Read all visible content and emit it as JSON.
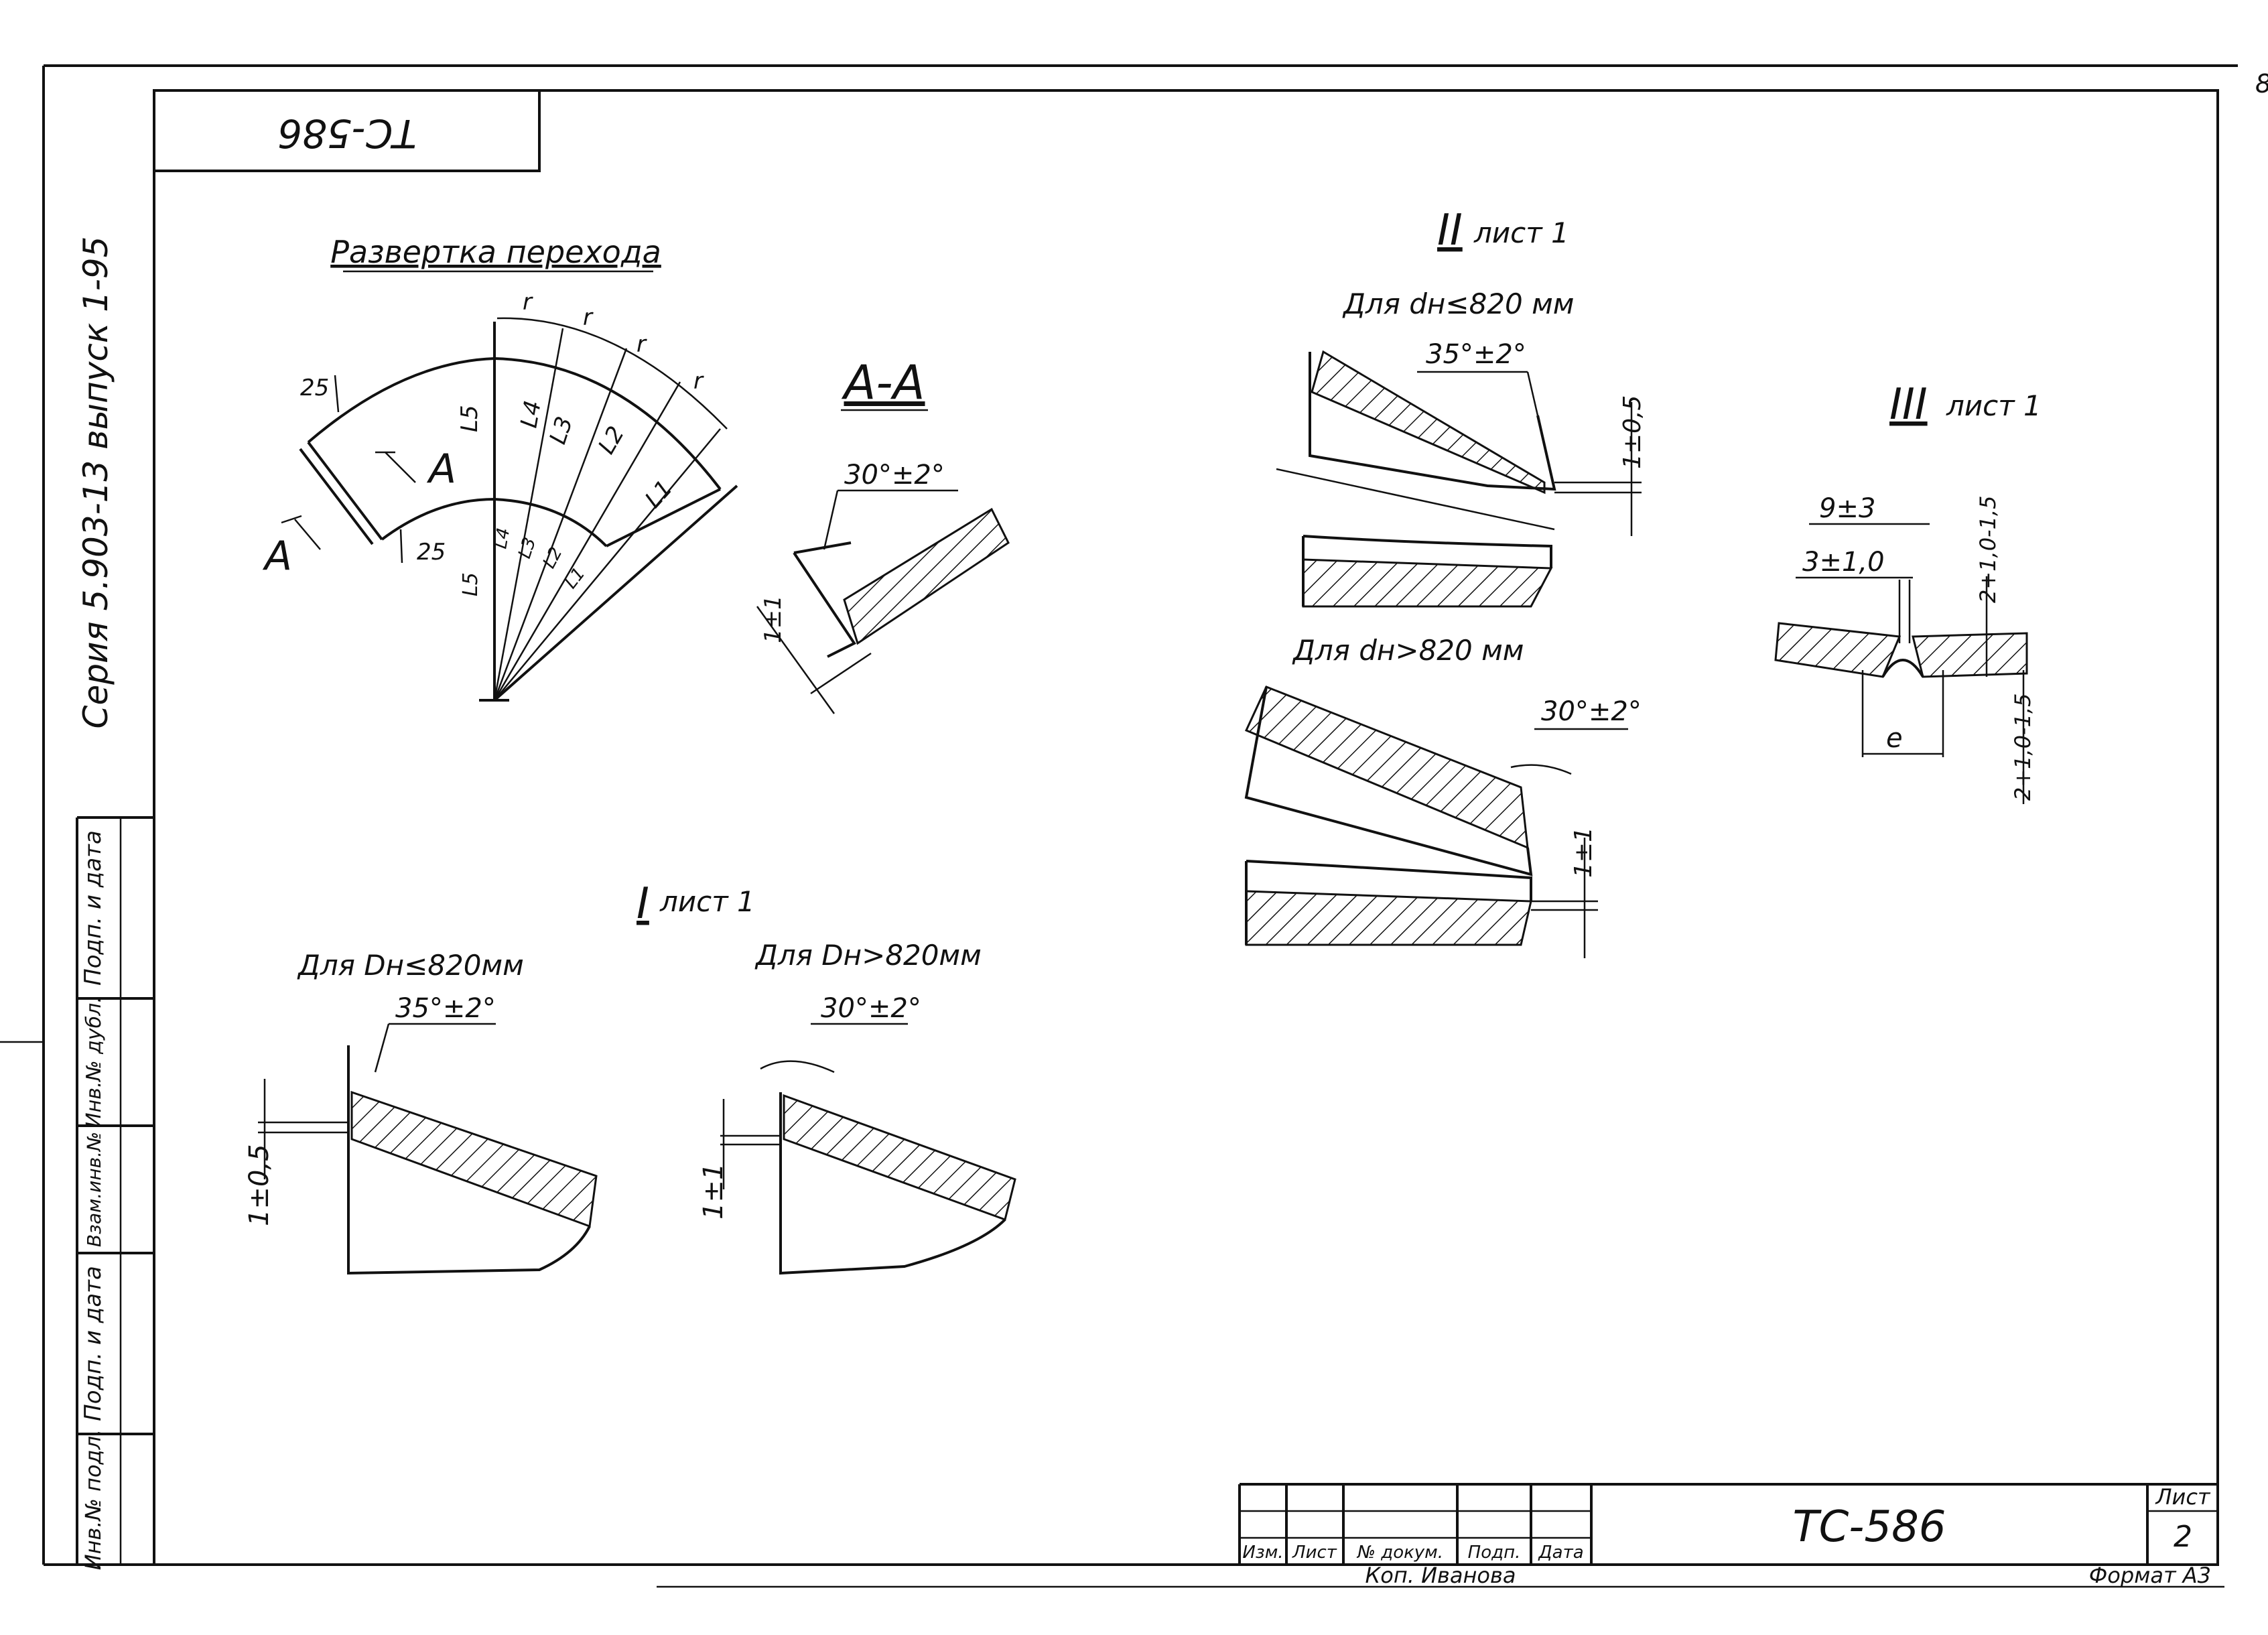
{
  "stamp_top": "ТС-586",
  "corner_mark": "8",
  "side": {
    "series": "Серия 5.903-13 выпуск 1-95",
    "cells": [
      "Подп. и дата",
      "Инв.№ дубл.",
      "Взам.инв.№",
      "Подп. и дата",
      "Инв.№ подл."
    ]
  },
  "unfold": {
    "title": "Развертка перехода",
    "r": "r",
    "dim25": "25",
    "section_mark": "А",
    "labels_outer": [
      "L5",
      "L4",
      "L3",
      "L2",
      "L1"
    ],
    "labels_inner": [
      "L5",
      "L4",
      "L3",
      "L2",
      "L1"
    ]
  },
  "section_aa": {
    "title": "А-А",
    "angle": "30°±2°",
    "gap": "1±1"
  },
  "view1": {
    "roman": "I",
    "sheet": "лист 1",
    "left": {
      "caption": "Для Dн≤820мм",
      "angle": "35°±2°",
      "gap": "1±0,5"
    },
    "right": {
      "caption": "Для Dн>820мм",
      "angle": "30°±2°",
      "gap": "1±1"
    }
  },
  "view2": {
    "roman": "II",
    "sheet": "лист 1",
    "top": {
      "caption": "Для dн≤820 мм",
      "angle": "35°±2°",
      "gap": "1±0,5"
    },
    "bottom": {
      "caption": "Для dн>820 мм",
      "angle": "30°±2°",
      "gap": "1±1"
    }
  },
  "view3": {
    "roman": "III",
    "sheet": "лист 1",
    "d1": "9±3",
    "d2": "3±1,0",
    "d3": "2+1,0-1,5",
    "d4": "e",
    "d5": "2+1,0-1,5"
  },
  "title_block": {
    "headers": [
      "Изм.",
      "Лист",
      "№ докум.",
      "Подп.",
      "Дата"
    ],
    "doc": "ТС-586",
    "sheet_label": "Лист",
    "sheet_no": "2",
    "copied": "Коп. Иванова",
    "format": "Формат А3"
  }
}
